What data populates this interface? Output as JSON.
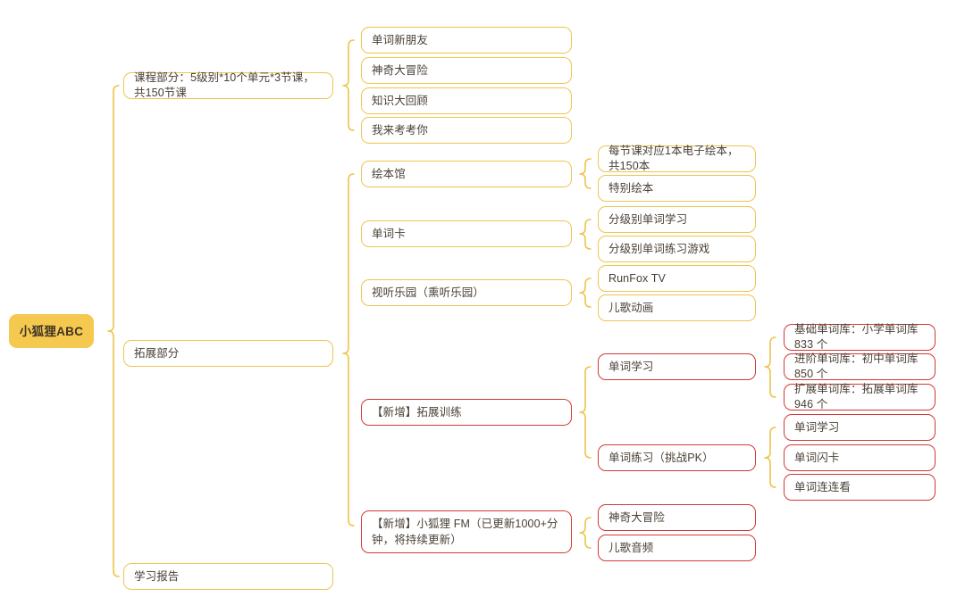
{
  "meta": {
    "colors": {
      "root_fill": "#f5c84f",
      "yellow_border": "#edc54e",
      "red_border": "#cf3b38",
      "bracket": "#edc54e",
      "text": "#4a4036",
      "background": "#ffffff"
    },
    "type": "mindmap",
    "orientation": "left-to-right"
  },
  "root": {
    "label": "小狐狸ABC",
    "style": "root"
  },
  "nodes": {
    "l1_course": "课程部分：5级别*10个单元*3节课，共150节课",
    "l1_expansion": "拓展部分",
    "l1_report": "学习报告",
    "course_c1": "单词新朋友",
    "course_c2": "神奇大冒险",
    "course_c3": "知识大回顾",
    "course_c4": "我来考考你",
    "exp_picturebook": "绘本馆",
    "exp_wordcard": "单词卡",
    "exp_av": "视听乐园（熏听乐园）",
    "exp_training": "【新增】拓展训练",
    "exp_fm": "【新增】小狐狸 FM（已更新1000+分钟，将持续更新）",
    "pb_c1": "每节课对应1本电子绘本，共150本",
    "pb_c2": "特别绘本",
    "wc_c1": "分级别单词学习",
    "wc_c2": "分级别单词练习游戏",
    "av_c1": "RunFox TV",
    "av_c2": "儿歌动画",
    "tr_study": "单词学习",
    "tr_practice": "单词练习（挑战PK）",
    "bank_basic": "基础单词库：小学单词库 833 个",
    "bank_advanced": "进阶单词库：初中单词库 850 个",
    "bank_extend": "扩展单词库：拓展单词库 946 个",
    "prac_study": "单词学习",
    "prac_flash": "单词闪卡",
    "prac_match": "单词连连看",
    "fm_c1": "神奇大冒险",
    "fm_c2": "儿歌音频"
  }
}
